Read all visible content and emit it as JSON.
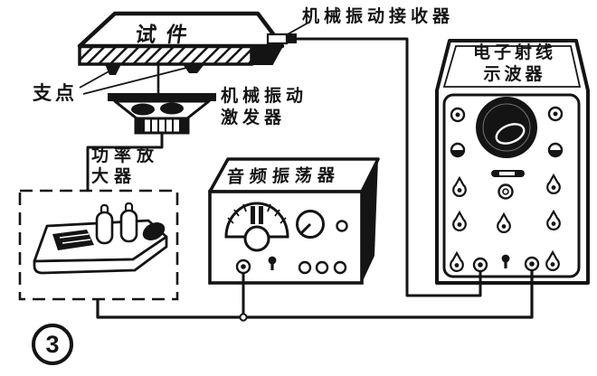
{
  "figure": {
    "number": "3",
    "background_color": "#ffffff",
    "ink_color": "#141414"
  },
  "labels": {
    "specimen": "试件",
    "fulcrum": "支点",
    "receiver": "机械振动接收器",
    "exciter": {
      "line1": "机械振动",
      "line2": "激发器"
    },
    "amplifier": {
      "line1": "功率放",
      "line2": "大器"
    },
    "oscillator": "音频振荡器",
    "oscilloscope": {
      "line1": "电子射线",
      "line2": "示波器"
    }
  },
  "components": {
    "specimen_slab": "specimen-slab",
    "fulcrum_supports": "fulcrum-supports",
    "receiver_probe": "vibration-receiver-probe",
    "exciter_speaker": "vibration-exciter",
    "amplifier_chassis": "power-amplifier-chassis",
    "oscillator_unit": "audio-oscillator-unit",
    "oscilloscope_unit": "oscilloscope-unit"
  }
}
